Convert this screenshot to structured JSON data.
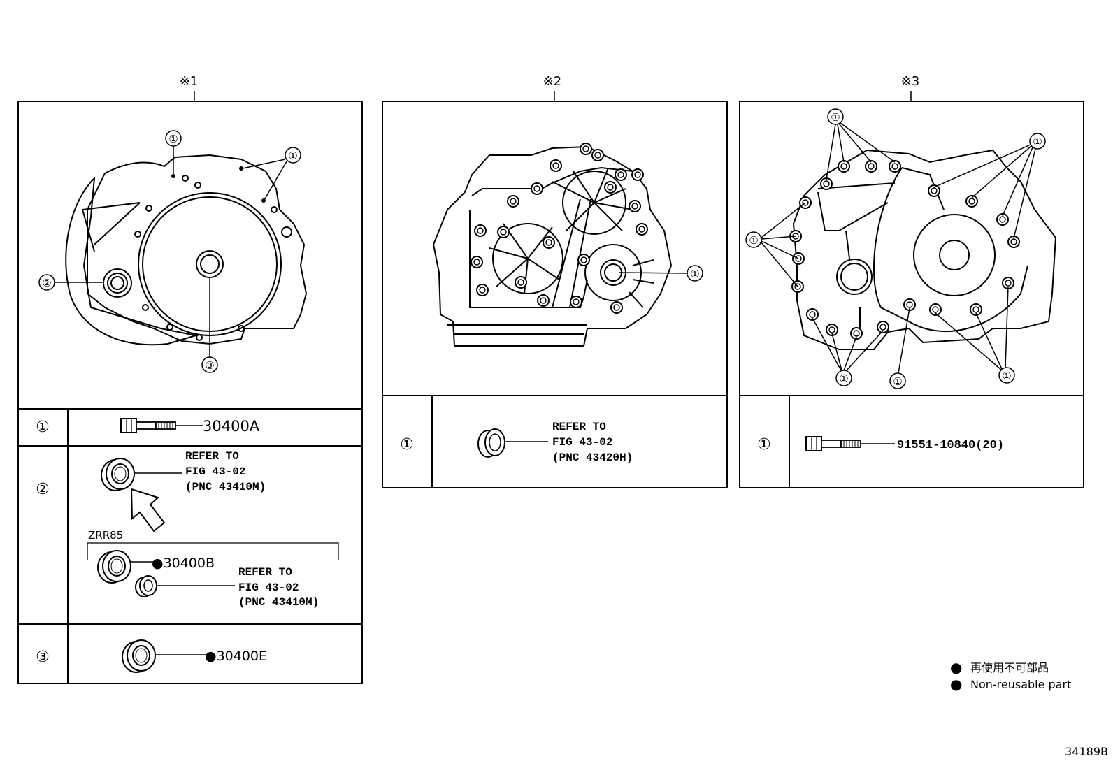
{
  "panels": [
    {
      "marker": "※1",
      "callouts": [
        "①",
        "①",
        "②",
        "③"
      ],
      "rows": [
        {
          "key": "①",
          "part": "30400A"
        },
        {
          "key": "②",
          "refer": [
            "REFER TO",
            "FIG 43-02",
            "(PNC 43410M)"
          ],
          "group_label": "ZRR85",
          "part": "●30400B",
          "refer2": [
            "REFER TO",
            "FIG 43-02",
            "(PNC 43410M)"
          ]
        },
        {
          "key": "③",
          "part": "●30400E"
        }
      ]
    },
    {
      "marker": "※2",
      "callouts": [
        "①"
      ],
      "rows": [
        {
          "key": "①",
          "refer": [
            "REFER TO",
            "FIG 43-02",
            "(PNC 43420H)"
          ]
        }
      ]
    },
    {
      "marker": "※3",
      "callouts": [
        "①",
        "①",
        "①",
        "①",
        "①",
        "①"
      ],
      "rows": [
        {
          "key": "①",
          "part": "91551-10840(20)"
        }
      ]
    }
  ],
  "legend": {
    "bullet": "●",
    "jp": "再使用不可部品",
    "en": "Non-reusable part"
  },
  "figure_id": "34189B"
}
